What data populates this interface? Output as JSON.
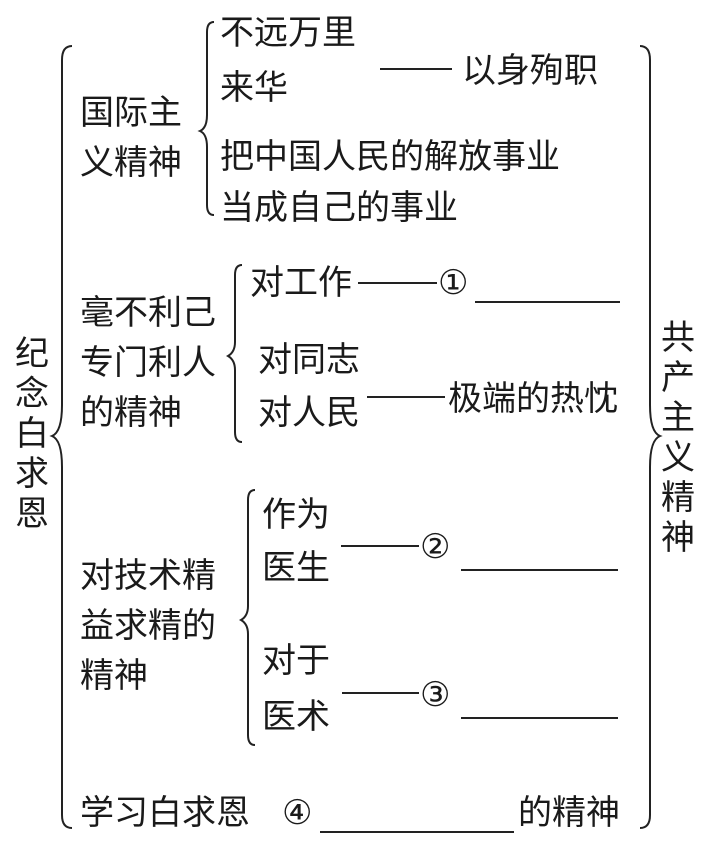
{
  "left_title": "纪念白求恩",
  "right_title": "共产主义精神",
  "sections": {
    "internationalism": {
      "label": "国际主义精神",
      "item1_line1": "不远万里",
      "item1_line2": "来华",
      "item1_result": "以身殉职",
      "item2_line1": "把中国人民的解放事业",
      "item2_line2": "当成自己的事业"
    },
    "selflessness": {
      "label": "毫不利己专门利人的精神",
      "work": "对工作",
      "blank1": "①",
      "comrades": "对同志",
      "people": "对人民",
      "result": "极端的热忱"
    },
    "excellence": {
      "label": "对技术精益求精的精神",
      "as_doctor_1": "作为",
      "as_doctor_2": "医生",
      "blank2": "②",
      "on_skill_1": "对于",
      "on_skill_2": "医术",
      "blank3": "③"
    },
    "learning": {
      "prefix": "学习白求恩",
      "blank4": "④",
      "suffix": "的精神"
    }
  }
}
